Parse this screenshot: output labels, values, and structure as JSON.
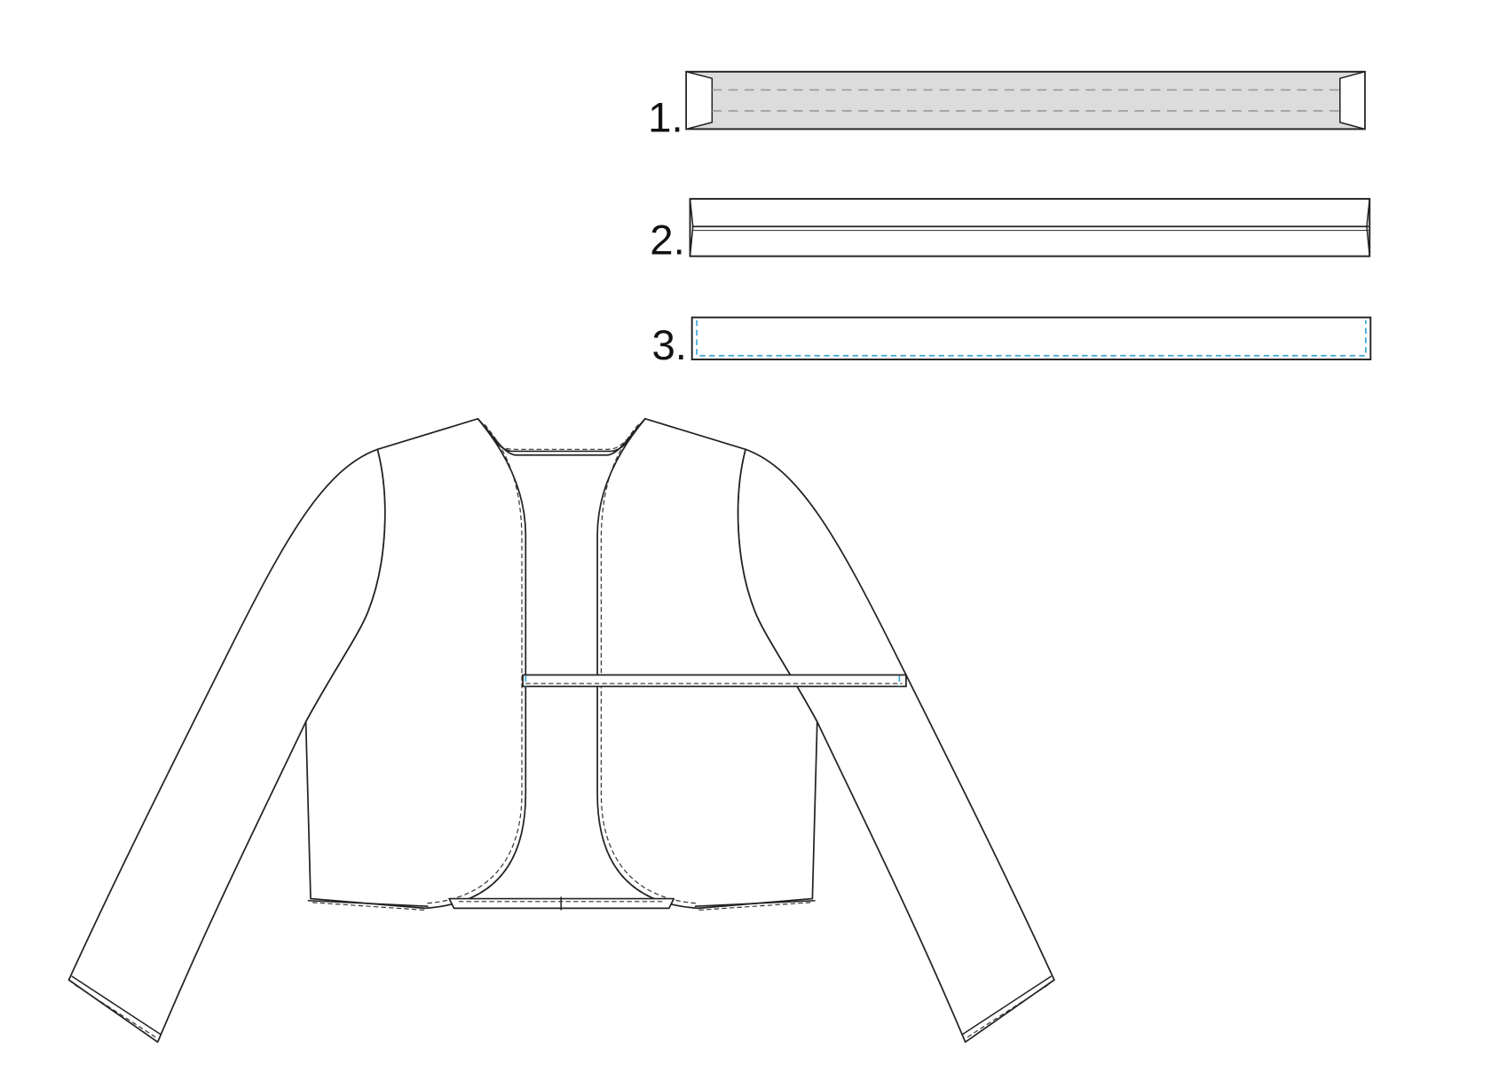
{
  "steps": [
    {
      "label": "1."
    },
    {
      "label": "2."
    },
    {
      "label": "3."
    }
  ],
  "colors": {
    "strip_fill": "#dcdcdc",
    "stitch_blue": "#3aa7d8",
    "line": "#222222"
  }
}
